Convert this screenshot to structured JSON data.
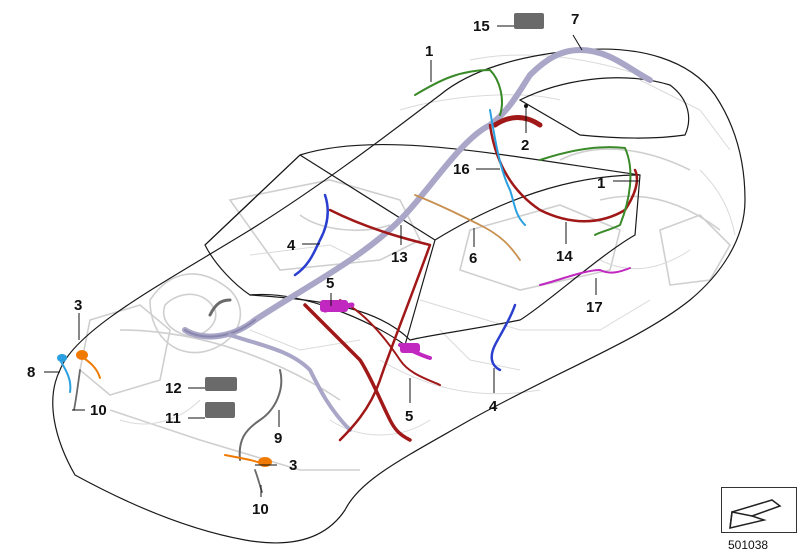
{
  "diagram": {
    "reference_number": "501038",
    "callouts": [
      {
        "id": "c1a",
        "label": "1"
      },
      {
        "id": "c1b",
        "label": "1"
      },
      {
        "id": "c2",
        "label": "2"
      },
      {
        "id": "c3a",
        "label": "3"
      },
      {
        "id": "c3b",
        "label": "3"
      },
      {
        "id": "c4a",
        "label": "4"
      },
      {
        "id": "c4b",
        "label": "4"
      },
      {
        "id": "c5a",
        "label": "5"
      },
      {
        "id": "c5b",
        "label": "5"
      },
      {
        "id": "c6",
        "label": "6"
      },
      {
        "id": "c7",
        "label": "7"
      },
      {
        "id": "c8",
        "label": "8"
      },
      {
        "id": "c9",
        "label": "9"
      },
      {
        "id": "c10a",
        "label": "10"
      },
      {
        "id": "c10b",
        "label": "10"
      },
      {
        "id": "c11",
        "label": "11"
      },
      {
        "id": "c12",
        "label": "12"
      },
      {
        "id": "c13",
        "label": "13"
      },
      {
        "id": "c14",
        "label": "14"
      },
      {
        "id": "c15",
        "label": "15"
      },
      {
        "id": "c16",
        "label": "16"
      },
      {
        "id": "c17",
        "label": "17"
      }
    ],
    "colors": {
      "body": "#1a1a1a",
      "ghost": "#cfcfcf",
      "main_harness": "#a9a6c8",
      "dark_red": "#a01818",
      "green": "#3a8a2a",
      "blue": "#2a3fd0",
      "light_blue": "#2aa0e0",
      "magenta": "#c028c0",
      "orange": "#f07a00",
      "tan": "#c89050",
      "grey": "#6a6a6a"
    }
  }
}
